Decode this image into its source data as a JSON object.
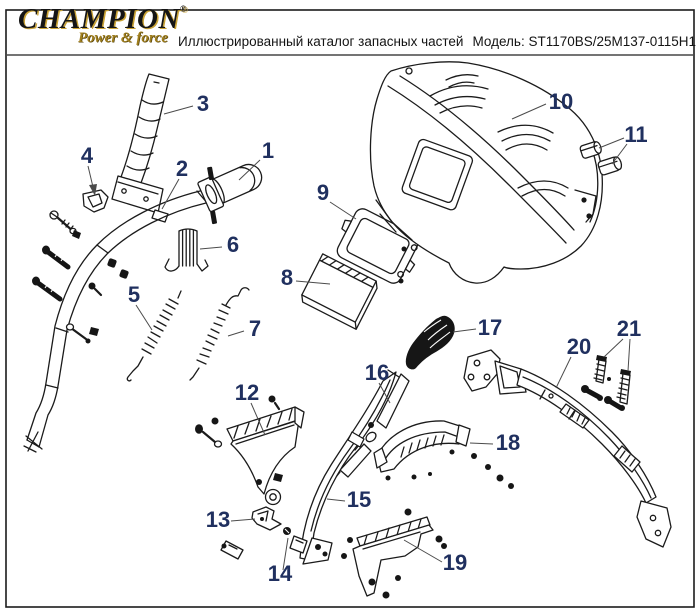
{
  "header": {
    "brand": "CHAMPION",
    "brand_mark": "®",
    "tagline": "Power & force",
    "catalog_title": "Иллюстрированный каталог запасных частей",
    "model": "Модель: ST1170BS/25M137-0115H1"
  },
  "colors": {
    "label_color": "#20305f",
    "line_color": "#1b1b1b",
    "brand_gold": "#c9a235"
  },
  "parts": [
    {
      "num": "1"
    },
    {
      "num": "2"
    },
    {
      "num": "3"
    },
    {
      "num": "4"
    },
    {
      "num": "5"
    },
    {
      "num": "6"
    },
    {
      "num": "7"
    },
    {
      "num": "8"
    },
    {
      "num": "9"
    },
    {
      "num": "10"
    },
    {
      "num": "11"
    },
    {
      "num": "12"
    },
    {
      "num": "13"
    },
    {
      "num": "14"
    },
    {
      "num": "15"
    },
    {
      "num": "16"
    },
    {
      "num": "17"
    },
    {
      "num": "18"
    },
    {
      "num": "19"
    },
    {
      "num": "20"
    },
    {
      "num": "21"
    }
  ]
}
